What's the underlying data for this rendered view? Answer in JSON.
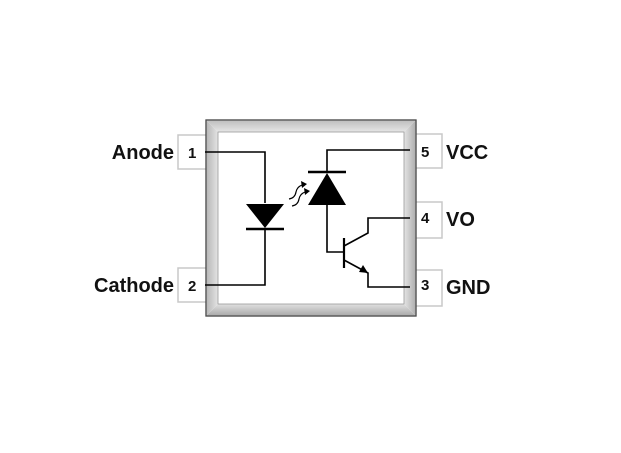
{
  "pins": {
    "anode": {
      "number": "1",
      "label": "Anode"
    },
    "cathode": {
      "number": "2",
      "label": "Cathode"
    },
    "gnd": {
      "number": "3",
      "label": "GND"
    },
    "vo": {
      "number": "4",
      "label": "VO"
    },
    "vcc": {
      "number": "5",
      "label": "VCC"
    }
  },
  "colors": {
    "package_fill": "#ffffff",
    "package_shadow": "#c8c8c8",
    "pin_tab_border": "#c8c8c8",
    "wire": "#000000"
  }
}
